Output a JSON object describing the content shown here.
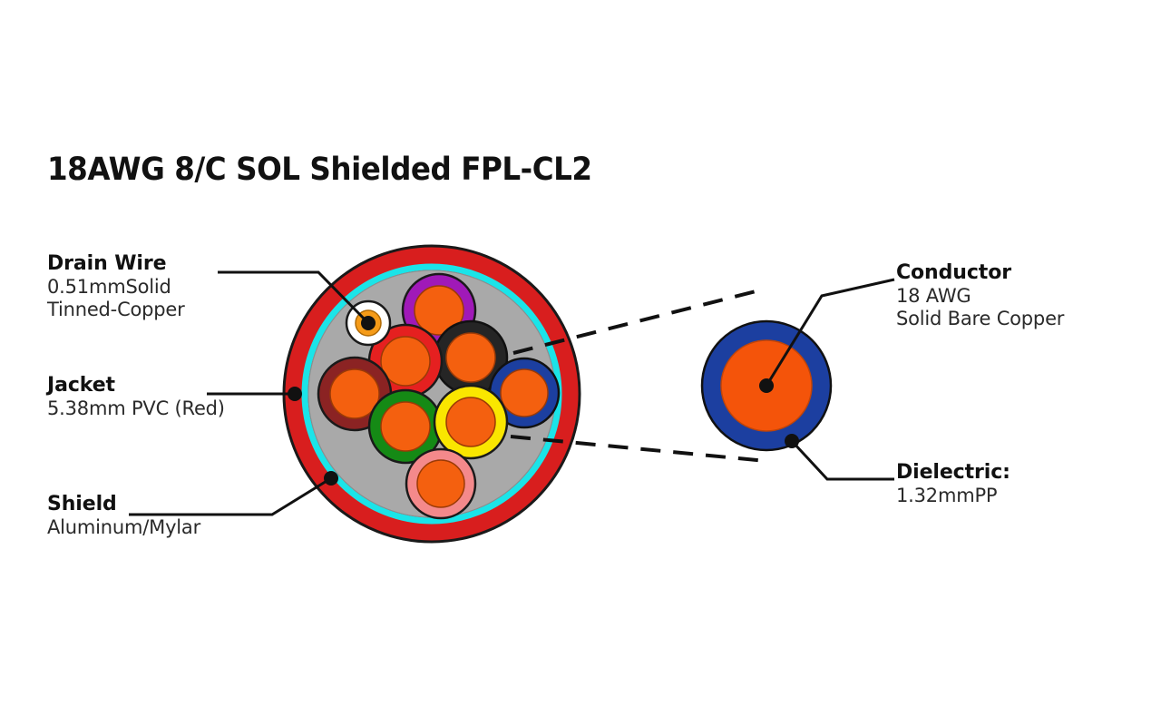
{
  "title": "18AWG 8/C SOL Shielded FPL-CL2",
  "callouts": {
    "drain": {
      "heading": "Drain Wire",
      "line1": "0.51mmSolid",
      "line2": "Tinned-Copper"
    },
    "jacket": {
      "heading": "Jacket",
      "line1": "5.38mm PVC (Red)"
    },
    "shield": {
      "heading": "Shield",
      "line1": "Aluminum/Mylar"
    },
    "conductor": {
      "heading": "Conductor",
      "line1": "18 AWG",
      "line2": "Solid Bare Copper"
    },
    "dielectric": {
      "heading": "Dielectric:",
      "line1": "1.32mmPP"
    }
  },
  "colors": {
    "jacket_red": "#D81E1E",
    "shield_cyan": "#1BE4E8",
    "filler_gray": "#A9A9A9",
    "conductor_orange": "#F4540A",
    "core_orange": "#F4600F",
    "dielectric_blue": "#1C3FA0",
    "outline": "#1a1a1a",
    "leader": "#111111",
    "background": "#FFFFFF"
  },
  "cable": {
    "label": "cable-cross-section",
    "outer_jacket_color": "#D81E1E",
    "shield_color": "#1BE4E8",
    "filler_color": "#A9A9A9",
    "conductor_count": 8,
    "drain_wire": {
      "insulation_color": "#FFFFFF",
      "core_color": "#F59B18",
      "label": "drain-wire"
    },
    "conductors": [
      {
        "name": "purple",
        "insulation_color": "#A019B8",
        "core_color": "#F4600F"
      },
      {
        "name": "black",
        "insulation_color": "#252525",
        "core_color": "#F4600F"
      },
      {
        "name": "blue",
        "insulation_color": "#1C3FA0",
        "core_color": "#F4600F"
      },
      {
        "name": "yellow",
        "insulation_color": "#FAE600",
        "core_color": "#F4600F"
      },
      {
        "name": "green",
        "insulation_color": "#158A15",
        "core_color": "#F4600F"
      },
      {
        "name": "pink",
        "insulation_color": "#F4898B",
        "core_color": "#F4600F"
      },
      {
        "name": "red",
        "insulation_color": "#E52020",
        "core_color": "#F4600F"
      },
      {
        "name": "brown",
        "insulation_color": "#8B2323",
        "core_color": "#F4600F"
      }
    ]
  },
  "detail": {
    "label": "magnified-conductor-detail",
    "dielectric_color": "#1C3FA0",
    "conductor_color": "#F4540A"
  }
}
